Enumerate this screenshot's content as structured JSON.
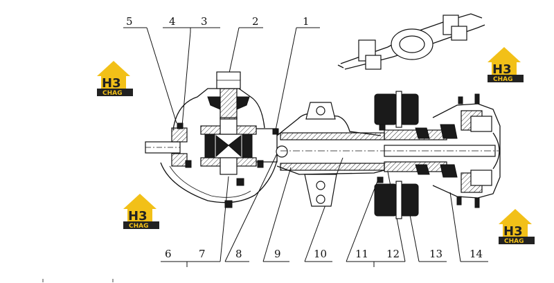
{
  "part_labels": [
    {
      "id": "1",
      "text": "1"
    },
    {
      "id": "2",
      "text": "2"
    },
    {
      "id": "3",
      "text": "3"
    },
    {
      "id": "4",
      "text": "4"
    },
    {
      "id": "5",
      "text": "5"
    },
    {
      "id": "6",
      "text": "6"
    },
    {
      "id": "7",
      "text": "7"
    },
    {
      "id": "8",
      "text": "8"
    },
    {
      "id": "9",
      "text": "9"
    },
    {
      "id": "10",
      "text": "10"
    },
    {
      "id": "11",
      "text": "11"
    },
    {
      "id": "12",
      "text": "12"
    },
    {
      "id": "13",
      "text": "13"
    },
    {
      "id": "14",
      "text": "14"
    }
  ],
  "watermark": {
    "mark": "H3",
    "caption": "CHAG",
    "colors": {
      "yellow": "#f2c018",
      "dark": "#222222"
    }
  },
  "colors": {
    "line": "#111111",
    "background": "#ffffff"
  }
}
